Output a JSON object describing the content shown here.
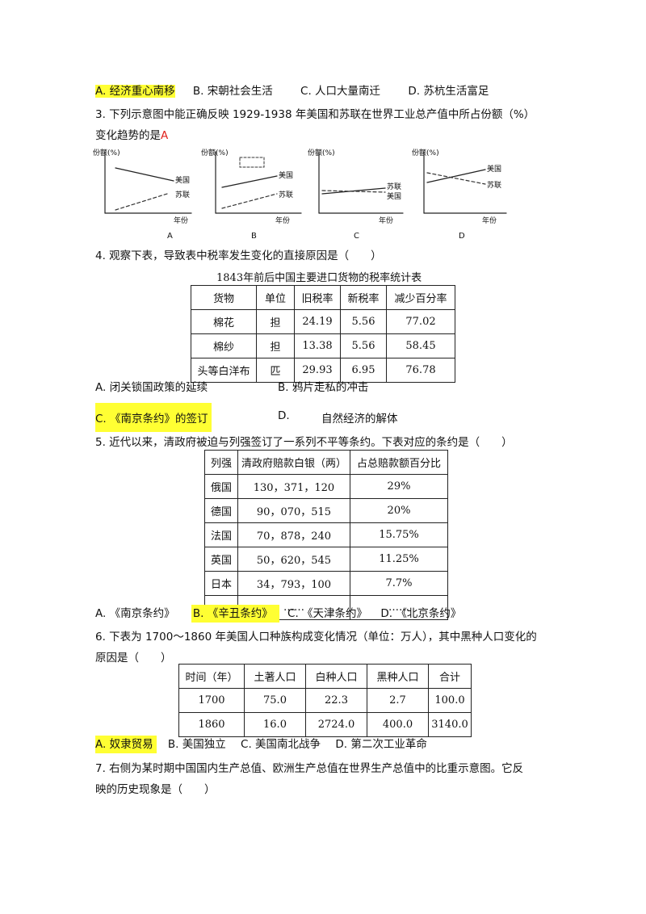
{
  "q2_options": [
    {
      "text": "A. 经济重心南移",
      "highlight": true
    },
    {
      "text": "B. 宋朝社会生活",
      "highlight": false
    },
    {
      "text": "C. 人口大量南迁",
      "highlight": false
    },
    {
      "text": "D. 苏杭生活富足",
      "highlight": false
    }
  ],
  "q3": {
    "stem_line1": "3. 下列示意图中能正确反映 1929-1938 年美国和苏联在世界工业总产值中所占份额（%）",
    "stem_line2": "变化趋势的是",
    "answer": "A",
    "graphs": [
      {
        "letter": "A",
        "ylabel": "份额(%)",
        "xlabel": "年份",
        "label1": "美国",
        "label2": "苏联"
      },
      {
        "letter": "B",
        "ylabel": "份额(%)",
        "xlabel": "年份",
        "label1": "美国",
        "label2": "苏联"
      },
      {
        "letter": "C",
        "ylabel": "份额(%)",
        "xlabel": "年份",
        "label1": "苏联",
        "label2": "美国"
      },
      {
        "letter": "D",
        "ylabel": "份额(%)",
        "xlabel": "年份",
        "label1": "美国",
        "label2": "苏联"
      }
    ]
  },
  "q4": {
    "stem": "4. 观察下表，导致表中税率发生变化的直接原因是（　　）",
    "table_title": "1843年前后中国主要进口货物的税率统计表",
    "headers": [
      "货物",
      "单位",
      "旧税率",
      "新税率",
      "减少百分率"
    ],
    "rows": [
      [
        "棉花",
        "担",
        "24.19",
        "5.56",
        "77.02"
      ],
      [
        "棉纱",
        "担",
        "13.38",
        "5.56",
        "58.45"
      ],
      [
        "头等白洋布",
        "匹",
        "29.93",
        "6.95",
        "76.78"
      ]
    ],
    "optA": "A. 闭关锁国政策的延续",
    "optB": "B. 鸦片走私的冲击",
    "optC": "C. 《南京条约》的签订",
    "optD_letter": "D.",
    "optD_text": "自然经济的解体"
  },
  "q5": {
    "stem": "5. 近代以来，清政府被迫与列强签订了一系列不平等条约。下表对应的条约是（　　）",
    "headers": [
      "列强",
      "清政府赔款白银（两）",
      "占总赔款额百分比"
    ],
    "rows": [
      [
        "俄国",
        "130，371，120",
        "29%"
      ],
      [
        "德国",
        "90，070，515",
        "20%"
      ],
      [
        "法国",
        "70，878，240",
        "15.75%"
      ],
      [
        "英国",
        "50，620，545",
        "11.25%"
      ],
      [
        "日本",
        "34，793，100",
        "7.7%"
      ],
      [
        "……",
        "……",
        "……"
      ]
    ],
    "optA": "A. 《南京条约》",
    "optB": "B. 《辛丑条约》",
    "optC": "C. 《天津条约》",
    "optD": "D. 《北京条约》"
  },
  "q6": {
    "stem_line1": "6. 下表为 1700～1860 年美国人口种族构成变化情况（单位：万人），其中黑种人口变化的",
    "stem_line2": "原因是（　　）",
    "headers": [
      "时间（年）",
      "土著人口",
      "白种人口",
      "黑种人口",
      "合计"
    ],
    "rows": [
      [
        "1700",
        "75.0",
        "22.3",
        "2.7",
        "100.0"
      ],
      [
        "1860",
        "16.0",
        "2724.0",
        "400.0",
        "3140.0"
      ]
    ],
    "optA": "A. 奴隶贸易",
    "optB": "B. 美国独立",
    "optC": "C. 美国南北战争",
    "optD": "D. 第二次工业革命"
  },
  "q7": {
    "stem_line1": "7. 右侧为某时期中国国内生产总值、欧洲生产总值在世界生产总值中的比重示意图。它反",
    "stem_line2": "映的历史现象是（　　）"
  }
}
